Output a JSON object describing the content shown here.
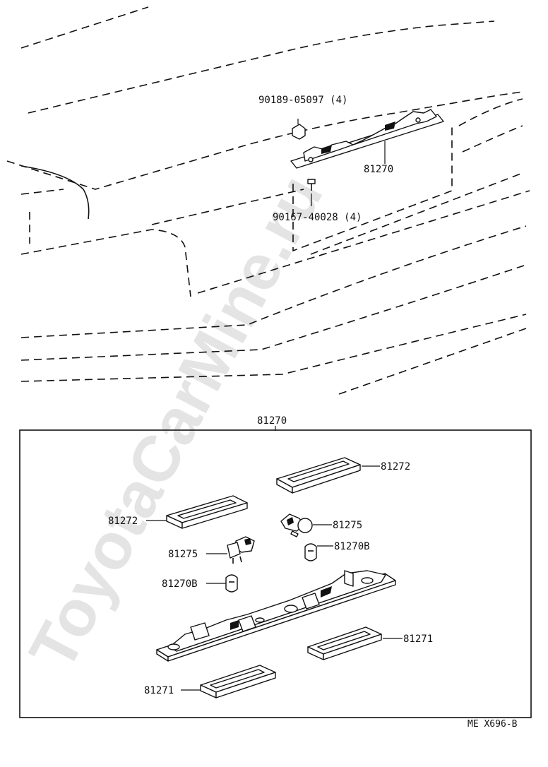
{
  "watermark": "ToyotaCarMine.ru",
  "diagram_code": "ME  X696-B",
  "upper_callouts": {
    "bolt": "90189-05097 (4)",
    "lamp_assembly": "81270",
    "screw": "90167-40028 (4)"
  },
  "detail_box_title": "81270",
  "detail_callouts": {
    "lens_right": "81272",
    "lens_left": "81272",
    "socket_right": "81275",
    "socket_left": "81275",
    "bulb_right": "81270B",
    "bulb_left": "81270B",
    "gasket_right": "81271",
    "gasket_left": "81271"
  }
}
